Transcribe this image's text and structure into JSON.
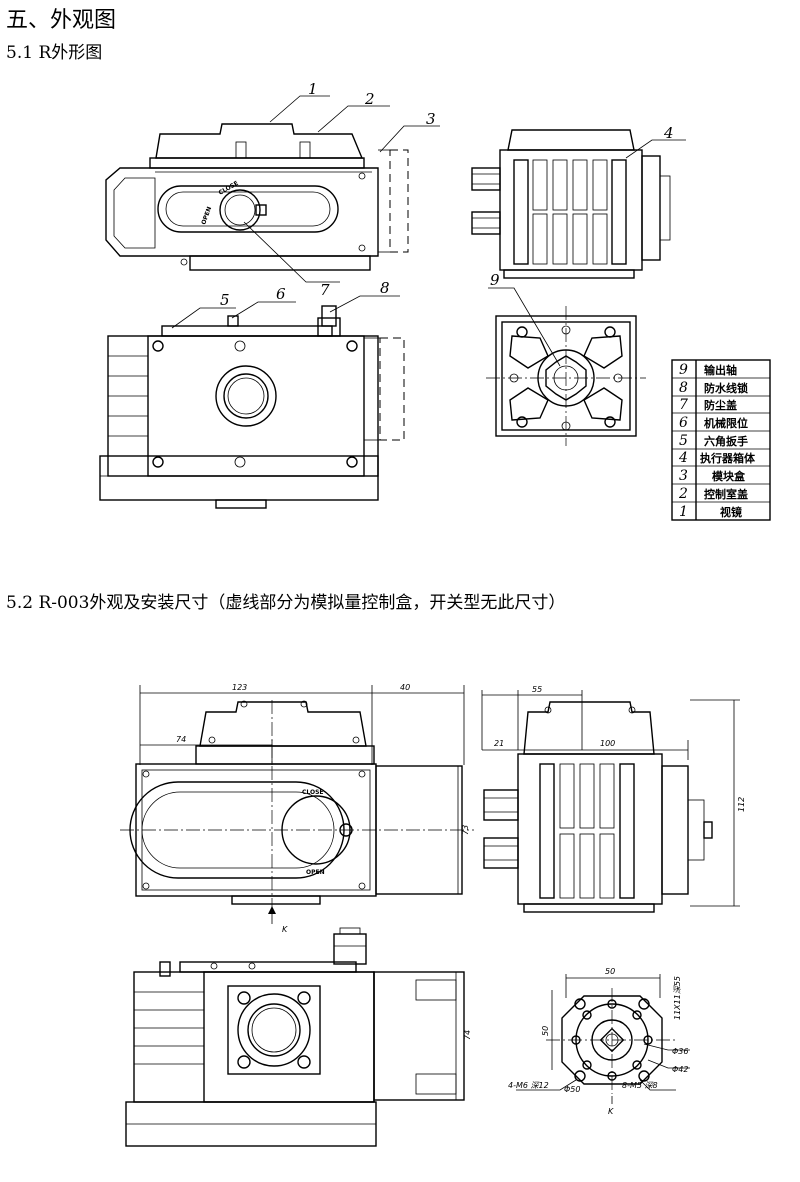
{
  "headings": {
    "main": "五、外观图",
    "sec51": "5.1 R外形图",
    "sec52": "5.2 R-003外观及安装尺寸（虚线部分为模拟量控制盒，开关型无此尺寸）"
  },
  "callouts": [
    "1",
    "2",
    "3",
    "4",
    "5",
    "6",
    "7",
    "8",
    "9"
  ],
  "legend": [
    {
      "no": "9",
      "name": "输出轴"
    },
    {
      "no": "8",
      "name": "防水线锁"
    },
    {
      "no": "7",
      "name": "防尘盖"
    },
    {
      "no": "6",
      "name": "机械限位"
    },
    {
      "no": "5",
      "name": "六角扳手"
    },
    {
      "no": "4",
      "name": "执行器箱体"
    },
    {
      "no": "3",
      "name": "模块盒"
    },
    {
      "no": "2",
      "name": "控制室盖"
    },
    {
      "no": "1",
      "name": "视镜"
    }
  ],
  "dimensions": {
    "w123": "123",
    "w40": "40",
    "w74": "74",
    "h73": "73",
    "w55": "55",
    "w21": "21",
    "w100": "100",
    "h112": "112",
    "h74": "74",
    "w50": "50",
    "h50": "50",
    "sq": "11X11深55",
    "d36": "Φ36",
    "d42": "Φ42",
    "d50": "Φ50",
    "h4m6": "4-M6 深12",
    "h8m5": "8-M5 深8",
    "k": "K"
  },
  "dial": {
    "close": "CLOSE",
    "open": "OPEN"
  }
}
